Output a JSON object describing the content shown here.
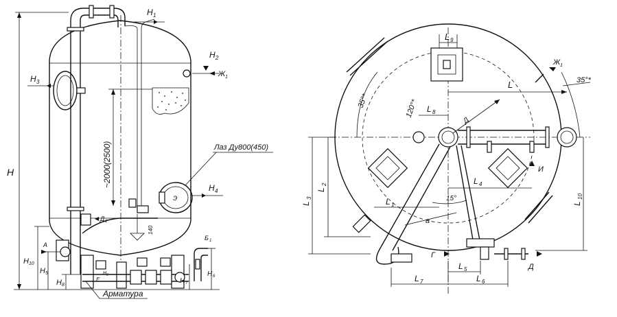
{
  "labels": {
    "H": "H",
    "H1": "H",
    "H1_sub": "1",
    "H2": "H",
    "H2_sub": "2",
    "H3": "H",
    "H3_sub": "3",
    "H4": "H",
    "H4_sub": "4",
    "H5": "H",
    "H5_sub": "5",
    "H6": "H",
    "H6_sub": "6",
    "H7": "H",
    "H7_sub": "7",
    "H8": "H",
    "H8_sub": "8",
    "H9": "H",
    "H9_sub": "9",
    "H10": "H",
    "H10_sub": "10",
    "Zh1_left": "Ж",
    "Zh1_left_sub": "1",
    "Zh1_right": "Ж",
    "Zh1_right_sub": "1",
    "height_dim": "~2000(2500)",
    "manhole": "Лаз Ду800(450)",
    "fittings": "Арматура",
    "A": "А",
    "B1": "Б",
    "B1_sub": "1",
    "E": "Е",
    "D1": "Д",
    "D1_sub": "1",
    "dim_140": "140",
    "L": "L",
    "L1": "L",
    "L1_sub": "1",
    "L2": "L",
    "L2_sub": "2",
    "L3": "L",
    "L3_sub": "3",
    "L4": "L",
    "L4_sub": "4",
    "L5": "L",
    "L5_sub": "5",
    "L6": "L",
    "L6_sub": "6",
    "L7": "L",
    "L7_sub": "7",
    "L8": "L",
    "L8_sub": "8",
    "L9": "L",
    "L9_sub": "9",
    "L10": "L",
    "L10_sub": "10",
    "angle_35_left": "35°*",
    "angle_35_right": "35°*",
    "angle_120": "120°*",
    "angle_15": "15°",
    "a": "a",
    "D_top": "Д",
    "D_right": "Д",
    "G": "Г",
    "I": "И"
  }
}
